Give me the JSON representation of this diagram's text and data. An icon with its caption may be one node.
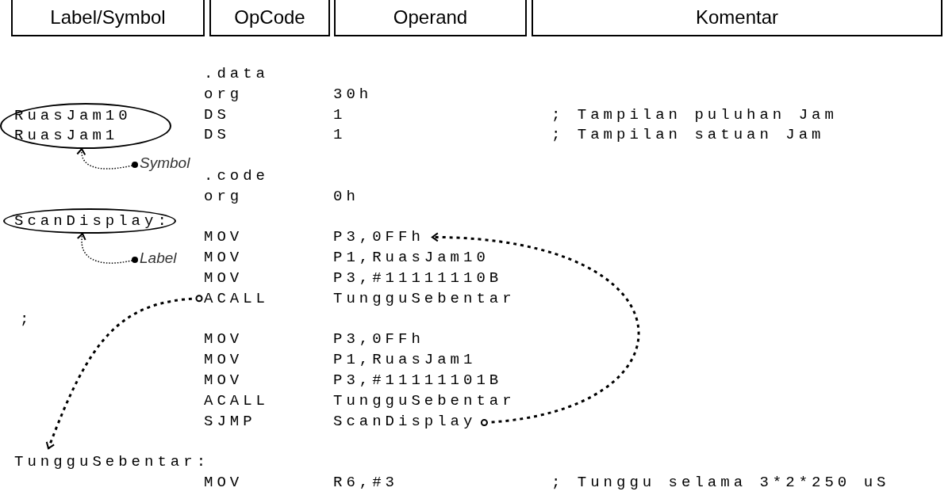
{
  "diagram": {
    "nodes": [
      {
        "text": [
          "Label/Symbol"
        ]
      },
      {
        "text": [
          "OpCode"
        ]
      },
      {
        "text": [
          "Operand"
        ]
      },
      {
        "text": [
          "Komentar"
        ]
      },
      {
        "text": [
          "RuasJam10",
          "RuasJam1"
        ]
      },
      {
        "text": [
          "Symbol"
        ]
      },
      {
        "text": [
          "ScanDisplay:"
        ]
      },
      {
        "text": [
          "Label"
        ]
      },
      {
        "text": [
          "P3,0FFh"
        ]
      },
      {
        "text": [
          "ACALL"
        ]
      },
      {
        "text": [
          "ScanDisplay"
        ]
      },
      {
        "text": [
          "TungguSebentar:"
        ]
      }
    ],
    "edges": [
      {
        "from": 5,
        "to": 4,
        "arrow": "to",
        "style": "dashed"
      },
      {
        "from": 7,
        "to": 6,
        "arrow": "to",
        "style": "dashed"
      },
      {
        "from": 9,
        "to": 11,
        "arrow": "to",
        "style": "dashed"
      },
      {
        "from": 10,
        "to": 8,
        "arrow": "to",
        "style": "dashed"
      }
    ],
    "labels": [
      ".data",
      "org",
      "30h",
      "DS",
      "1",
      "; Tampilan puluhan Jam",
      "DS",
      "1",
      "; Tampilan satuan Jam",
      ".code",
      "org",
      "0h",
      "MOV",
      "MOV",
      "P1,RuasJam10",
      "MOV",
      "P3,#11111110B",
      "TungguSebentar",
      ";",
      "MOV",
      "P3,0FFh",
      "MOV",
      "P1,RuasJam1",
      "MOV",
      "P3,#11111101B",
      "ACALL",
      "TungguSebentar",
      "SJMP",
      "MOV",
      "R6,#3",
      "; Tunggu selama 3*2*250 uS"
    ]
  }
}
